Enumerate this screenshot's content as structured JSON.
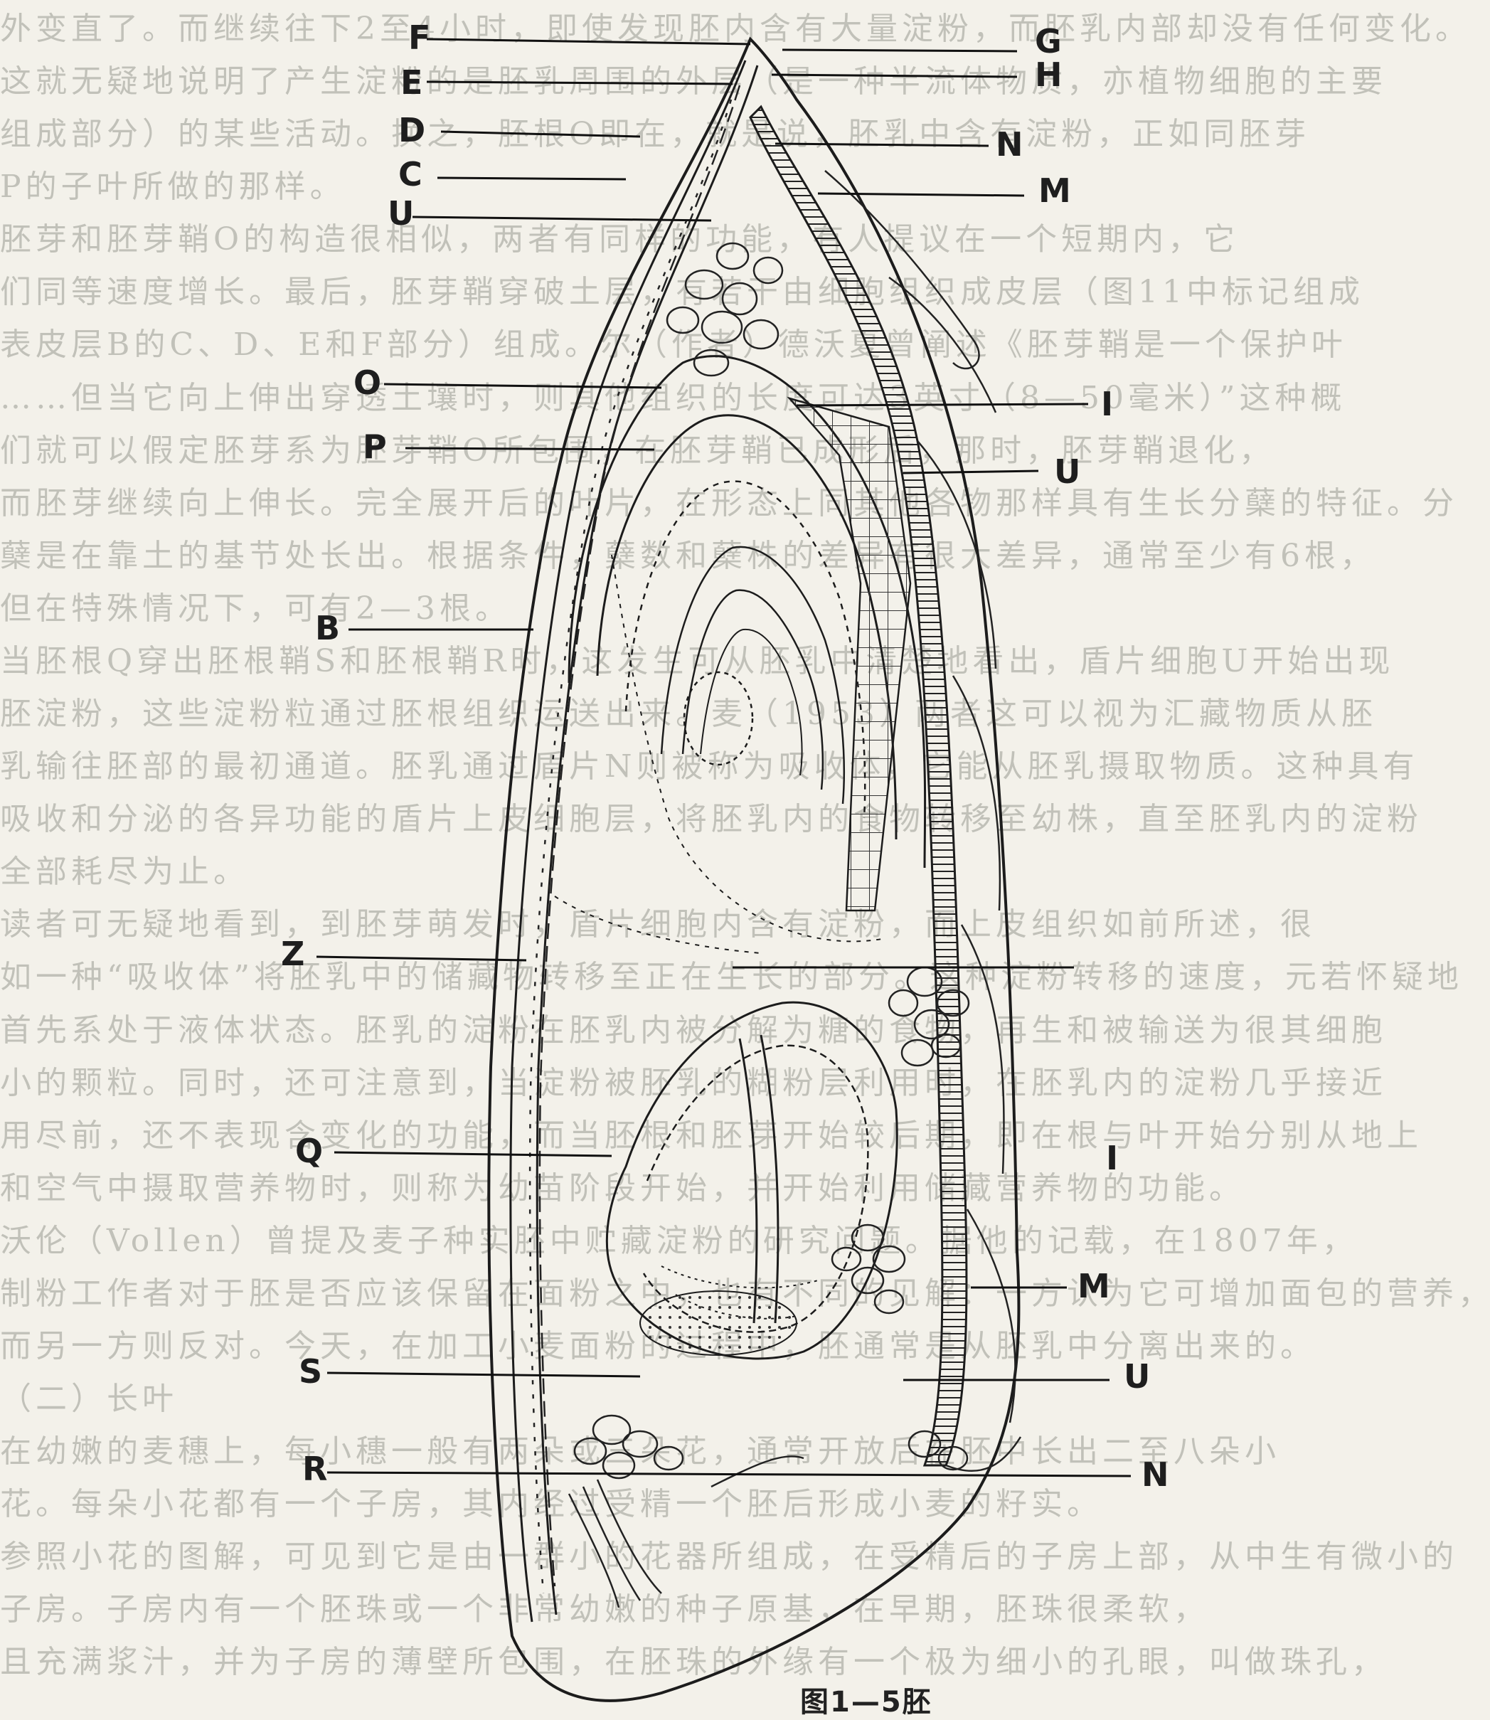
{
  "figure": {
    "caption": "图1—5胚",
    "labels": [
      {
        "id": "F",
        "text": "F"
      },
      {
        "id": "G",
        "text": "G"
      },
      {
        "id": "E",
        "text": "E"
      },
      {
        "id": "H",
        "text": "H"
      },
      {
        "id": "D",
        "text": "D"
      },
      {
        "id": "N1",
        "text": "N"
      },
      {
        "id": "C",
        "text": "C"
      },
      {
        "id": "M1",
        "text": "M"
      },
      {
        "id": "U1",
        "text": "U"
      },
      {
        "id": "O",
        "text": "O"
      },
      {
        "id": "I1",
        "text": "I"
      },
      {
        "id": "P",
        "text": "P"
      },
      {
        "id": "U2",
        "text": "U"
      },
      {
        "id": "B",
        "text": "B"
      },
      {
        "id": "Z",
        "text": "Z"
      },
      {
        "id": "I2",
        "text": "I"
      },
      {
        "id": "Q",
        "text": "Q"
      },
      {
        "id": "M2",
        "text": "M"
      },
      {
        "id": "S",
        "text": "S"
      },
      {
        "id": "U3",
        "text": "U"
      },
      {
        "id": "R",
        "text": "R"
      },
      {
        "id": "N2",
        "text": "N"
      }
    ]
  },
  "background_text": [
    "外变直了。而继续往下2至4小时，即使发现胚内含有大量淀粉，而胚乳内部却没有任何变化。",
    "这就无疑地说明了产生淀粉的是胚乳周围的外层（是一种半流体物质，亦植物细胞的主要",
    "组成部分）的某些活动。换之，胚根O即在，就是说，胚乳中含有淀粉，正如同胚芽",
    "P的子叶所做的那样。",
    "胚芽和胚芽鞘O的构造很相似，两者有同样的功能，有人提议在一个短期内，它",
    "们同等速度增长。最后，胚芽鞘穿破土层，有若干由细胞组织成皮层（图11中标记组成",
    "表皮层B的C、D、E和F部分）组成。尔（作者）德沃夏曾阐述《胚芽鞘是一个保护叶",
    "……但当它向上伸出穿透土壤时，则其他组织的长度可达3英寸（8—50毫米）”这种概",
    "们就可以假定胚芽系为胚芽鞘O所包围，在胚芽鞘已成形后，那时，胚芽鞘退化，",
    "而胚芽继续向上伸长。完全展开后的叶片，在形态上同其他各物那样具有生长分蘖的特征。分",
    "蘖是在靠土的基节处长出。根据条件，蘖数和蘖株的差异有很大差异，通常至少有6根，",
    "但在特殊情况下，可有2—3根。",
    "当胚根Q穿出胚根鞘S和胚根鞘R时，这发生可从胚乳中清楚地看出，盾片细胞U开始出现",
    "胚淀粉，这些淀粉粒通过胚根组织运送出来。麦（1953）两者这可以视为汇藏物质从胚",
    "乳输往胚部的最初通道。胚乳通过盾片N则被称为吸收体，它能从胚乳摄取物质。这种具有",
    "吸收和分泌的各异功能的盾片上皮细胞层，将胚乳内的食物转移至幼株，直至胚乳内的淀粉",
    "全部耗尽为止。",
    "读者可无疑地看到，到胚芽萌发时，盾片细胞内含有淀粉，而上皮组织如前所述，很",
    "如一种“吸收体”将胚乳中的储藏物转移至正在生长的部分。这种淀粉转移的速度，元若怀疑地",
    "首先系处于液体状态。胚乳的淀粉在胚乳内被分解为糖的食物，再生和被输送为很其细胞",
    "小的颗粒。同时，还可注意到，当淀粉被胚乳的糊粉层利用时，在胚乳内的淀粉几乎接近",
    "用尽前，还不表现含变化的功能，而当胚根和胚芽开始较后期，即在根与叶开始分别从地上",
    "和空气中摄取营养物时，则称为幼苗阶段开始，并开始利用储藏营养物的功能。",
    "沃伦（Vollen）曾提及麦子种实胚中贮藏淀粉的研究问题。据他的记载，在1807年，",
    "制粉工作者对于胚是否应该保留在面粉之中，也有不同的见解：一方认为它可增加面包的营养，",
    "而另一方则反对。今天，在加工小麦面粉的过程中，胚通常是从胚乳中分离出来的。",
    "（二）长叶",
    "在幼嫩的麦穗上，每小穗一般有两朵或三朵花，通常开放后在胚中长出二至八朵小",
    "花。每朵小花都有一个子房，其内经过受精一个胚后形成小麦的籽实。",
    "参照小花的图解，可见到它是由一群小的花器所组成，在受精后的子房上部，从中生有微小的",
    "子房。子房内有一个胚珠或一个非常幼嫩的种子原基，在早期，胚珠很柔软，",
    "且充满浆汁，并为子房的薄壁所包围，在胚珠的外缘有一个极为细小的孔眼，叫做珠孔，"
  ]
}
